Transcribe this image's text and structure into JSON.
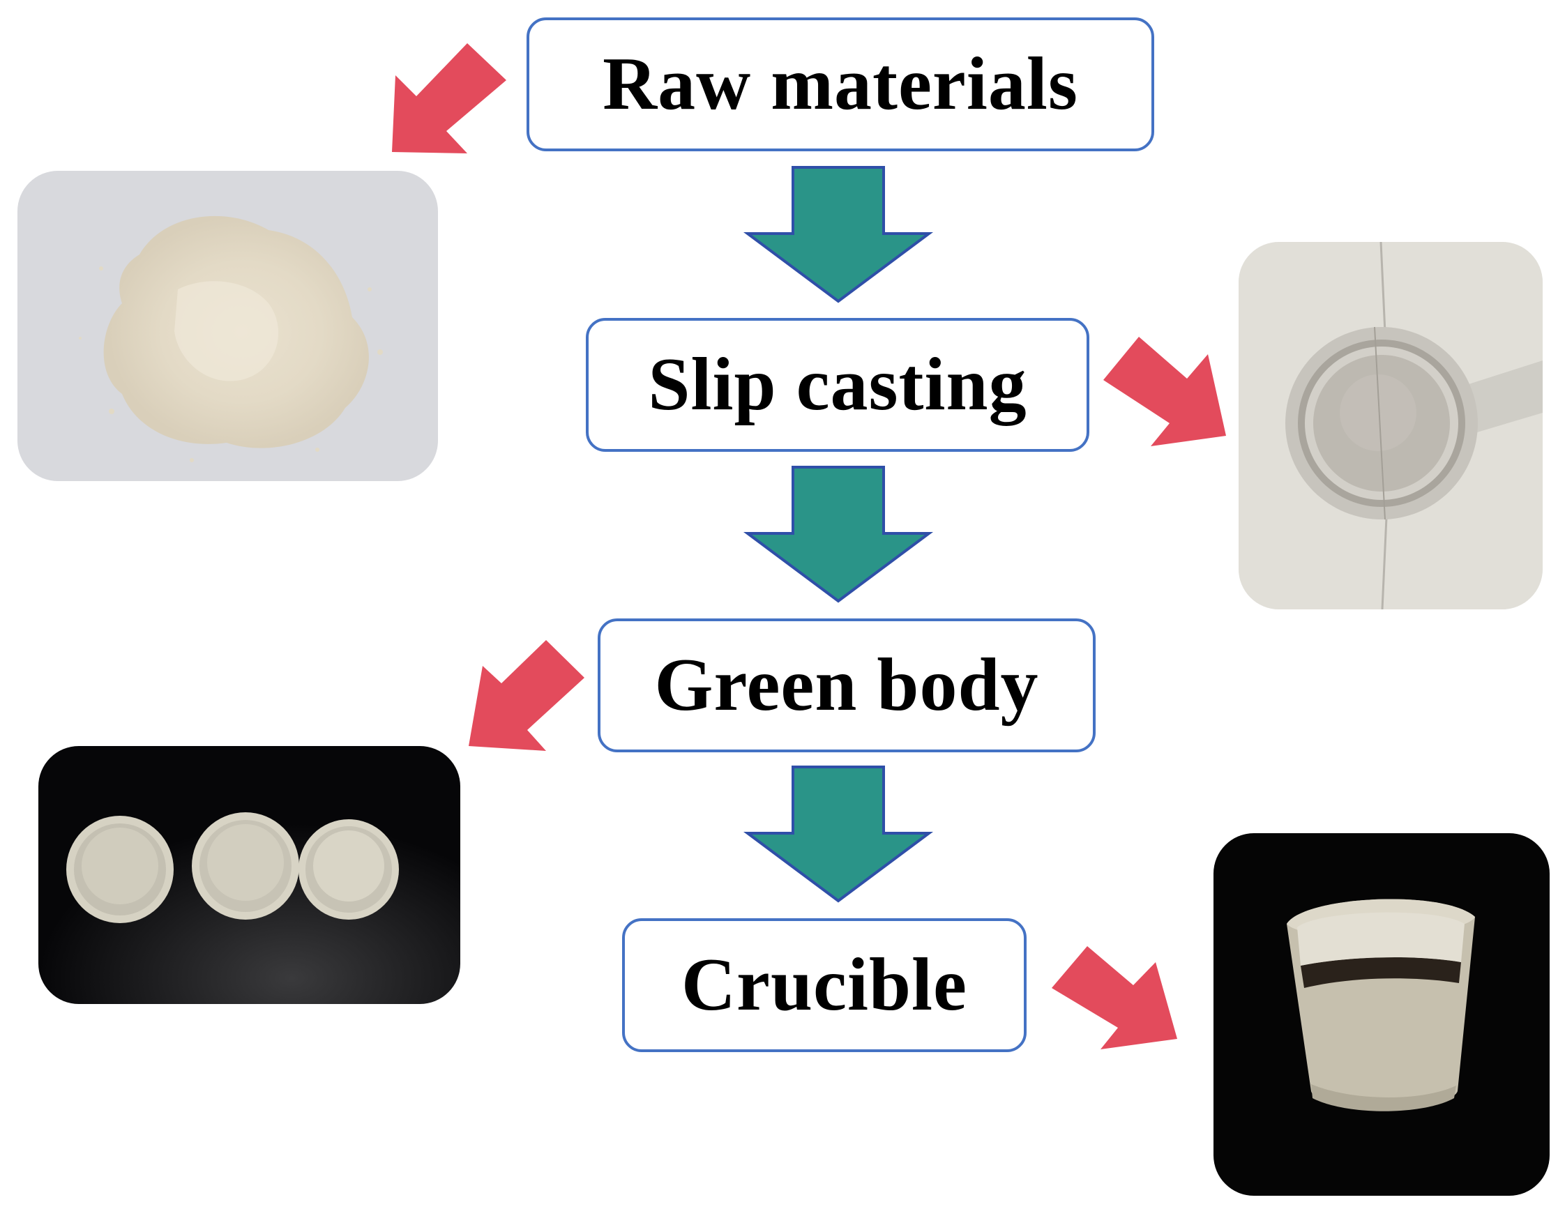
{
  "steps": {
    "raw_materials": "Raw materials",
    "slip_casting": "Slip casting",
    "green_body": "Green body",
    "crucible": "Crucible"
  },
  "colors": {
    "box_border": "#4472c4",
    "flow_arrow_fill": "#2a9488",
    "flow_arrow_stroke": "#2f4fa8",
    "pointer_arrow": "#e34b5c",
    "text": "#000000"
  },
  "photos": {
    "powder": "powder-photo",
    "mold": "plaster-mold-photo",
    "green_bodies": "green-body-cups-photo",
    "crucible": "fired-crucible-photo"
  }
}
